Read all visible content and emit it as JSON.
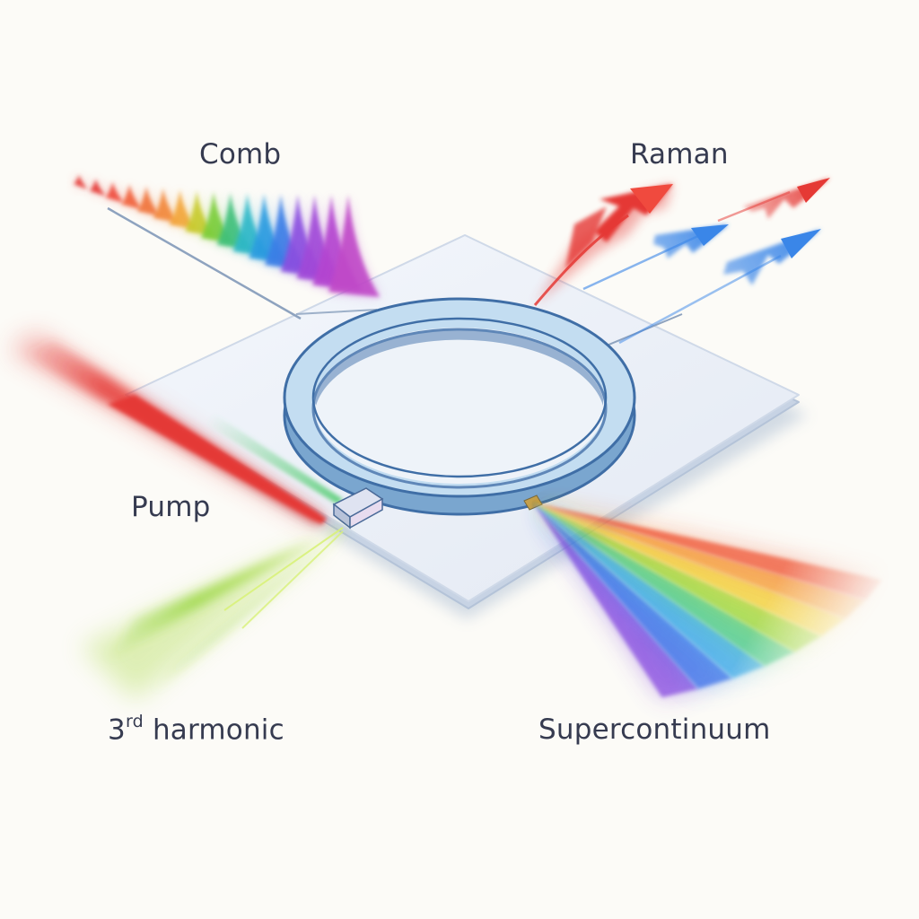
{
  "labels": {
    "comb": "Comb",
    "raman": "Raman",
    "pump": "Pump",
    "third_harmonic_number": "3",
    "third_harmonic_suffix": "rd",
    "third_harmonic_word": "harmonic",
    "supercontinuum": "Supercontinuum"
  },
  "colors": {
    "background": "#fcfbf7",
    "chip": "#e9eef7",
    "ring": "#bcd8ee",
    "ring_edge": "#3f6ea6",
    "label_text": "#363b50",
    "pump_beam": "#e53935",
    "harmonic_beam": "#8bd12a",
    "raman_red": "#e53935",
    "raman_blue": "#3a86e8"
  },
  "comb_pulse_colors": [
    "#e53935",
    "#e53935",
    "#ef4a3a",
    "#f1603a",
    "#f0733a",
    "#f2873a",
    "#f3a63a",
    "#c8cb2f",
    "#7ccd3a",
    "#3fc07a",
    "#2fb8c8",
    "#2a9be0",
    "#3a7ee6",
    "#8a4fe0",
    "#a048d8",
    "#b444d0",
    "#c048c8"
  ],
  "supercontinuum_colors": [
    "#8a4fe0",
    "#3a6ee8",
    "#3aa8e8",
    "#4cc98a",
    "#9bd63a",
    "#f3d23a",
    "#f5a23a",
    "#ef5a3a"
  ],
  "icons": [
    "ring-resonator-icon",
    "coupler-block-icon",
    "output-facet-icon"
  ]
}
